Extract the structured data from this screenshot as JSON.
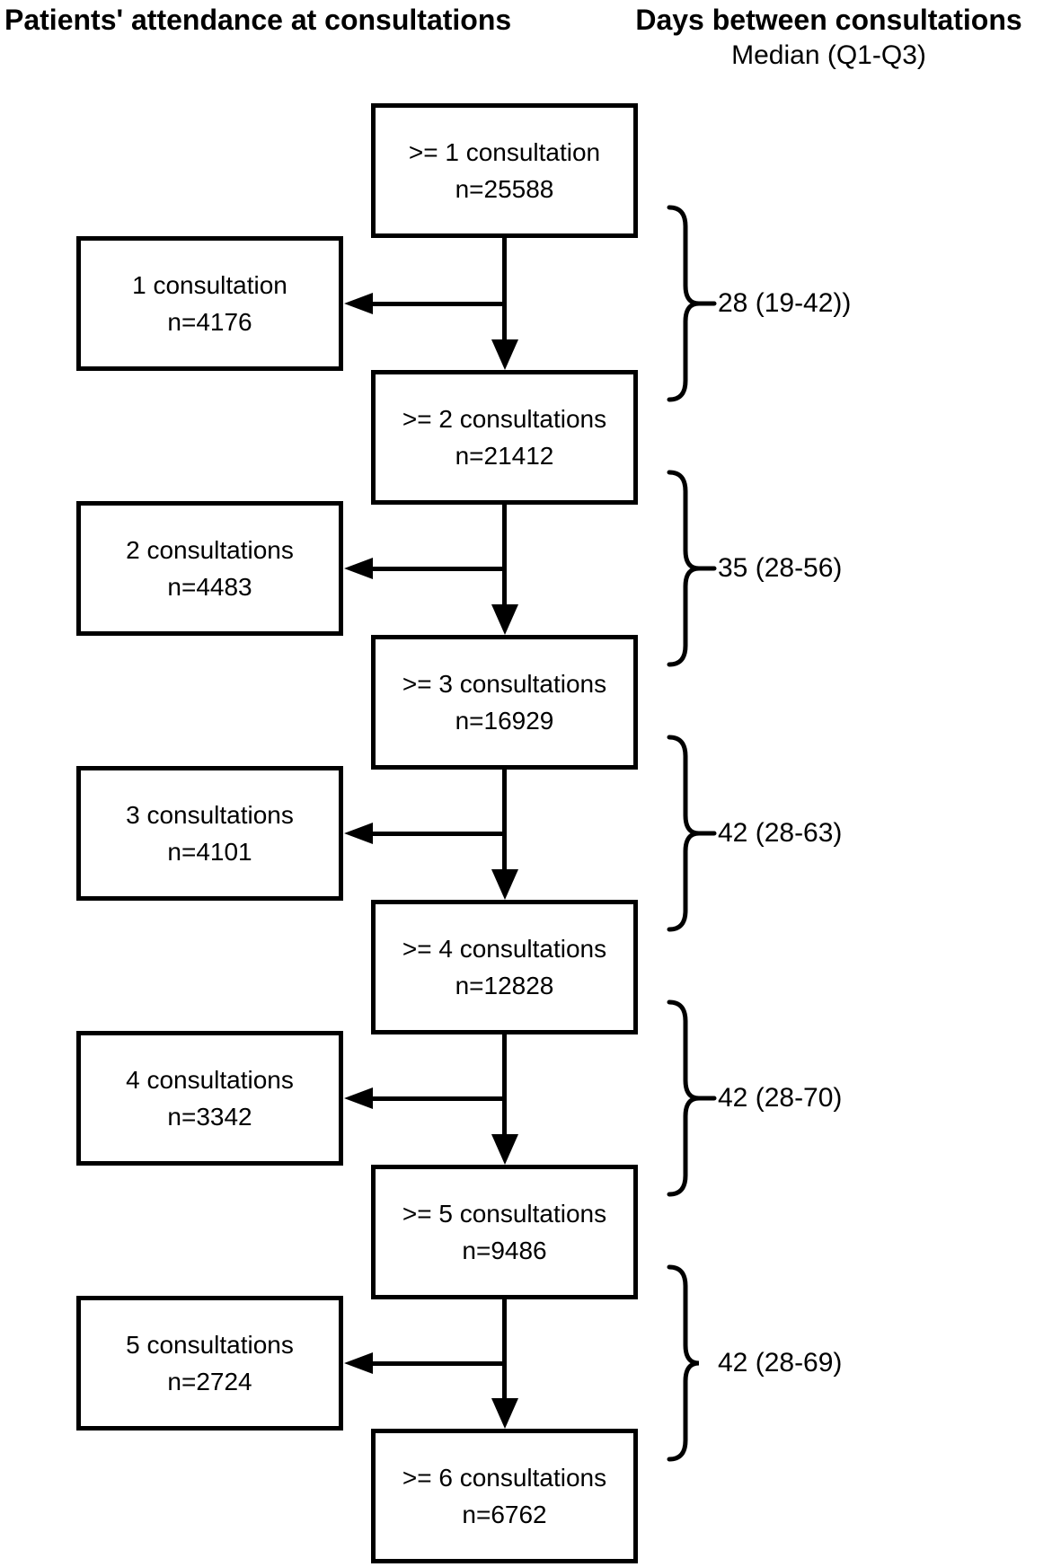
{
  "header": {
    "attendance_title": "Patients' attendance at consultations",
    "days_title": "Days between consultations",
    "days_subtitle": "Median (Q1-Q3)"
  },
  "flow": {
    "main_boxes": [
      {
        "label": ">= 1 consultation",
        "n": "n=25588"
      },
      {
        "label": ">= 2 consultations",
        "n": "n=21412"
      },
      {
        "label": ">= 3 consultations",
        "n": "n=16929"
      },
      {
        "label": ">= 4 consultations",
        "n": "n=12828"
      },
      {
        "label": ">= 5 consultations",
        "n": "n=9486"
      },
      {
        "label": ">= 6 consultations",
        "n": "n=6762"
      }
    ],
    "exit_boxes": [
      {
        "label": "1 consultation",
        "n": "n=4176"
      },
      {
        "label": "2 consultations",
        "n": "n=4483"
      },
      {
        "label": "3 consultations",
        "n": "n=4101"
      },
      {
        "label": "4 consultations",
        "n": "n=3342"
      },
      {
        "label": "5 consultations",
        "n": "n=2724"
      }
    ],
    "intervals": [
      "28 (19-42))",
      "35 (28-56)",
      "42 (28-63)",
      "42 (28-70)",
      "42 (28-69)"
    ]
  },
  "colors": {
    "line": "#000000",
    "text": "#000000",
    "background": "#ffffff"
  }
}
